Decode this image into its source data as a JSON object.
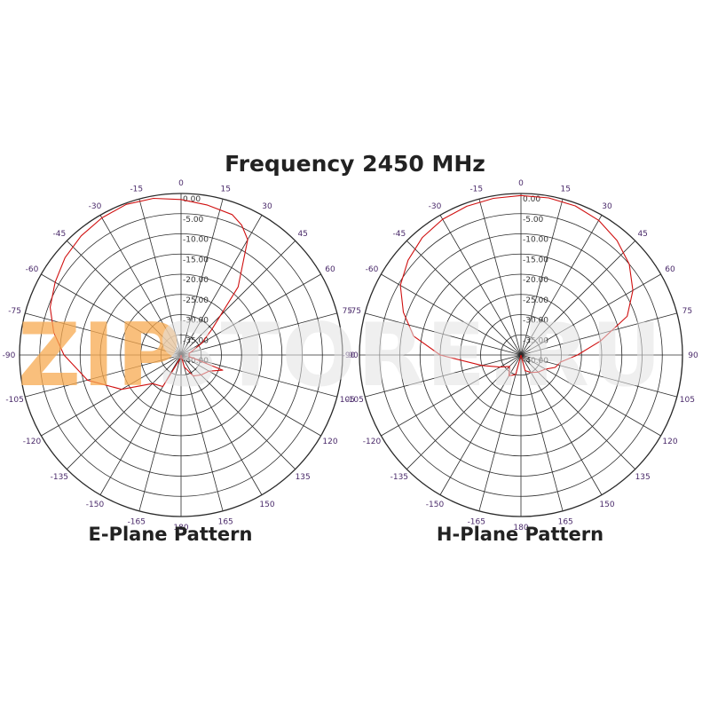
{
  "header": {
    "title": "Frequency 2450 MHz"
  },
  "watermark": {
    "part_a": "ZIP",
    "part_b": "STORE.RU"
  },
  "colors": {
    "trace": "#d01010",
    "grid": "#2a2a2a",
    "angle_label": "#4a2a6a",
    "ring_label": "#333333",
    "watermark_orange": "#f7aa50"
  },
  "chart_data": [
    {
      "type": "polar",
      "title": "E-Plane Pattern",
      "angle_ticks": [
        "0",
        "15",
        "30",
        "45",
        "60",
        "75",
        "90",
        "105",
        "120",
        "135",
        "150",
        "165",
        "180",
        "-165",
        "-150",
        "-135",
        "-120",
        "-105",
        "-90",
        "-75",
        "-60",
        "-45",
        "-30",
        "-15"
      ],
      "ring_labels": [
        "0.00",
        "-5.00",
        "-10.00",
        "-15.00",
        "-20.00",
        "-25.00",
        "-30.00",
        "-35.00",
        "-40.00"
      ],
      "rlim": [
        -40,
        0
      ],
      "series": [
        {
          "theta_deg": [
            -180,
            -165,
            -150,
            -135,
            -120,
            -105,
            -90,
            -80,
            -70,
            -60,
            -50,
            -40,
            -30,
            -20,
            -10,
            0,
            10,
            20,
            25,
            30,
            40,
            50,
            60,
            70,
            80,
            90,
            100,
            110,
            120,
            135,
            150,
            165,
            180
          ],
          "gain_db": [
            -40,
            -39,
            -31,
            -30,
            -23,
            -16,
            -11,
            -8,
            -5.5,
            -4,
            -2.5,
            -1.5,
            -0.8,
            -0.3,
            -0.6,
            -1.5,
            -2.3,
            -3,
            -4.5,
            -7,
            -18,
            -30,
            -34,
            -37,
            -38,
            -38,
            -38,
            -29,
            -32,
            -33,
            -34,
            -37,
            -40
          ]
        }
      ]
    },
    {
      "type": "polar",
      "title": "H-Plane Pattern",
      "angle_ticks": [
        "0",
        "15",
        "30",
        "45",
        "60",
        "75",
        "90",
        "105",
        "120",
        "135",
        "150",
        "165",
        "180",
        "-165",
        "-150",
        "-135",
        "-120",
        "-105",
        "-90",
        "-75",
        "-60",
        "-45",
        "-30",
        "-15"
      ],
      "ring_labels": [
        "0.00",
        "-5.00",
        "-10.00",
        "-15.00",
        "-20.00",
        "-25.00",
        "-30.00",
        "-35.00",
        "-40.00"
      ],
      "rlim": [
        -40,
        0
      ],
      "series": [
        {
          "theta_deg": [
            -180,
            -165,
            -150,
            -135,
            -120,
            -105,
            -90,
            -80,
            -70,
            -60,
            -50,
            -40,
            -30,
            -20,
            -10,
            0,
            10,
            20,
            30,
            40,
            50,
            60,
            70,
            80,
            90,
            100,
            110,
            120,
            135,
            150,
            165,
            180
          ],
          "gain_db": [
            -40,
            -35,
            -34,
            -36,
            -34,
            -30,
            -20,
            -13,
            -9,
            -5.5,
            -3.5,
            -2,
            -1.2,
            -0.8,
            -0.6,
            -0.5,
            -0.5,
            -0.7,
            -1.5,
            -3,
            -5,
            -8,
            -12,
            -20,
            -26,
            -30,
            -31,
            -33,
            -34,
            -35,
            -36,
            -40
          ]
        }
      ]
    }
  ]
}
